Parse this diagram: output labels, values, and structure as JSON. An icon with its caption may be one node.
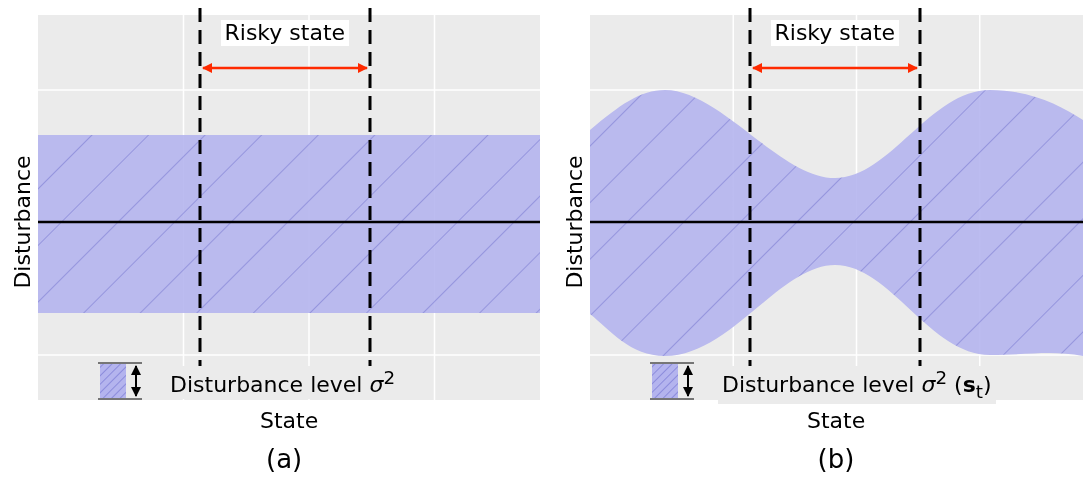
{
  "diagram": {
    "labels": [
      "Risky state",
      "Risky state",
      "Disturbance",
      "Disturbance",
      "Disturbance level *σ*$^{2}$",
      "Disturbance level *σ*$^{2}$ (**s**$_{t}$)",
      "State",
      "State",
      "(a)",
      "(b)"
    ]
  }
}
